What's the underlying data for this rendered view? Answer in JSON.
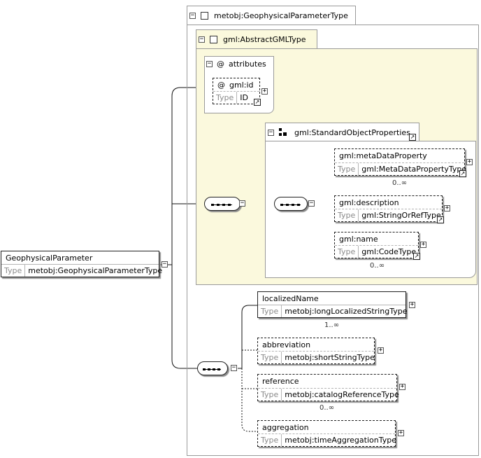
{
  "root_element": {
    "name": "GeophysicalParameter",
    "type_label": "Type",
    "type_value": "metobj:GeophysicalParameterType"
  },
  "complex_type": {
    "title": "metobj:GeophysicalParameterType"
  },
  "base_type": {
    "title": "gml:AbstractGMLType"
  },
  "attributes_group": {
    "title": "attributes",
    "attribute": {
      "name": "gml:id",
      "type_label": "Type",
      "type_value": "ID"
    }
  },
  "standard_object_properties": {
    "title": "gml:StandardObjectProperties",
    "elements": [
      {
        "name": "gml:metaDataProperty",
        "type_label": "Type",
        "type_value": "gml:MetaDataPropertyType",
        "cardinality": "0..∞"
      },
      {
        "name": "gml:description",
        "type_label": "Type",
        "type_value": "gml:StringOrRefType",
        "cardinality": ""
      },
      {
        "name": "gml:name",
        "type_label": "Type",
        "type_value": "gml:CodeType",
        "cardinality": "0..∞"
      }
    ]
  },
  "sequence_elements": [
    {
      "name": "localizedName",
      "type_label": "Type",
      "type_value": "metobj:longLocalizedStringType",
      "cardinality": "1..∞"
    },
    {
      "name": "abbreviation",
      "type_label": "Type",
      "type_value": "metobj:shortStringType",
      "cardinality": ""
    },
    {
      "name": "reference",
      "type_label": "Type",
      "type_value": "metobj:catalogReferenceType",
      "cardinality": "0..∞"
    },
    {
      "name": "aggregation",
      "type_label": "Type",
      "type_value": "metobj:timeAggregationType",
      "cardinality": ""
    }
  ],
  "colors": {
    "base_type_fill": "#fbf9dd",
    "border": "#9a9a9a",
    "shadow": "#8c8c8c"
  },
  "icons": {
    "collapse": "minus-box-icon",
    "expand": "plus-box-icon",
    "link": "link-arrow-icon",
    "attribute": "at-sign-icon",
    "group": "group-squares-icon",
    "sequence": "sequence-compositor-icon",
    "type": "square-type-icon"
  }
}
